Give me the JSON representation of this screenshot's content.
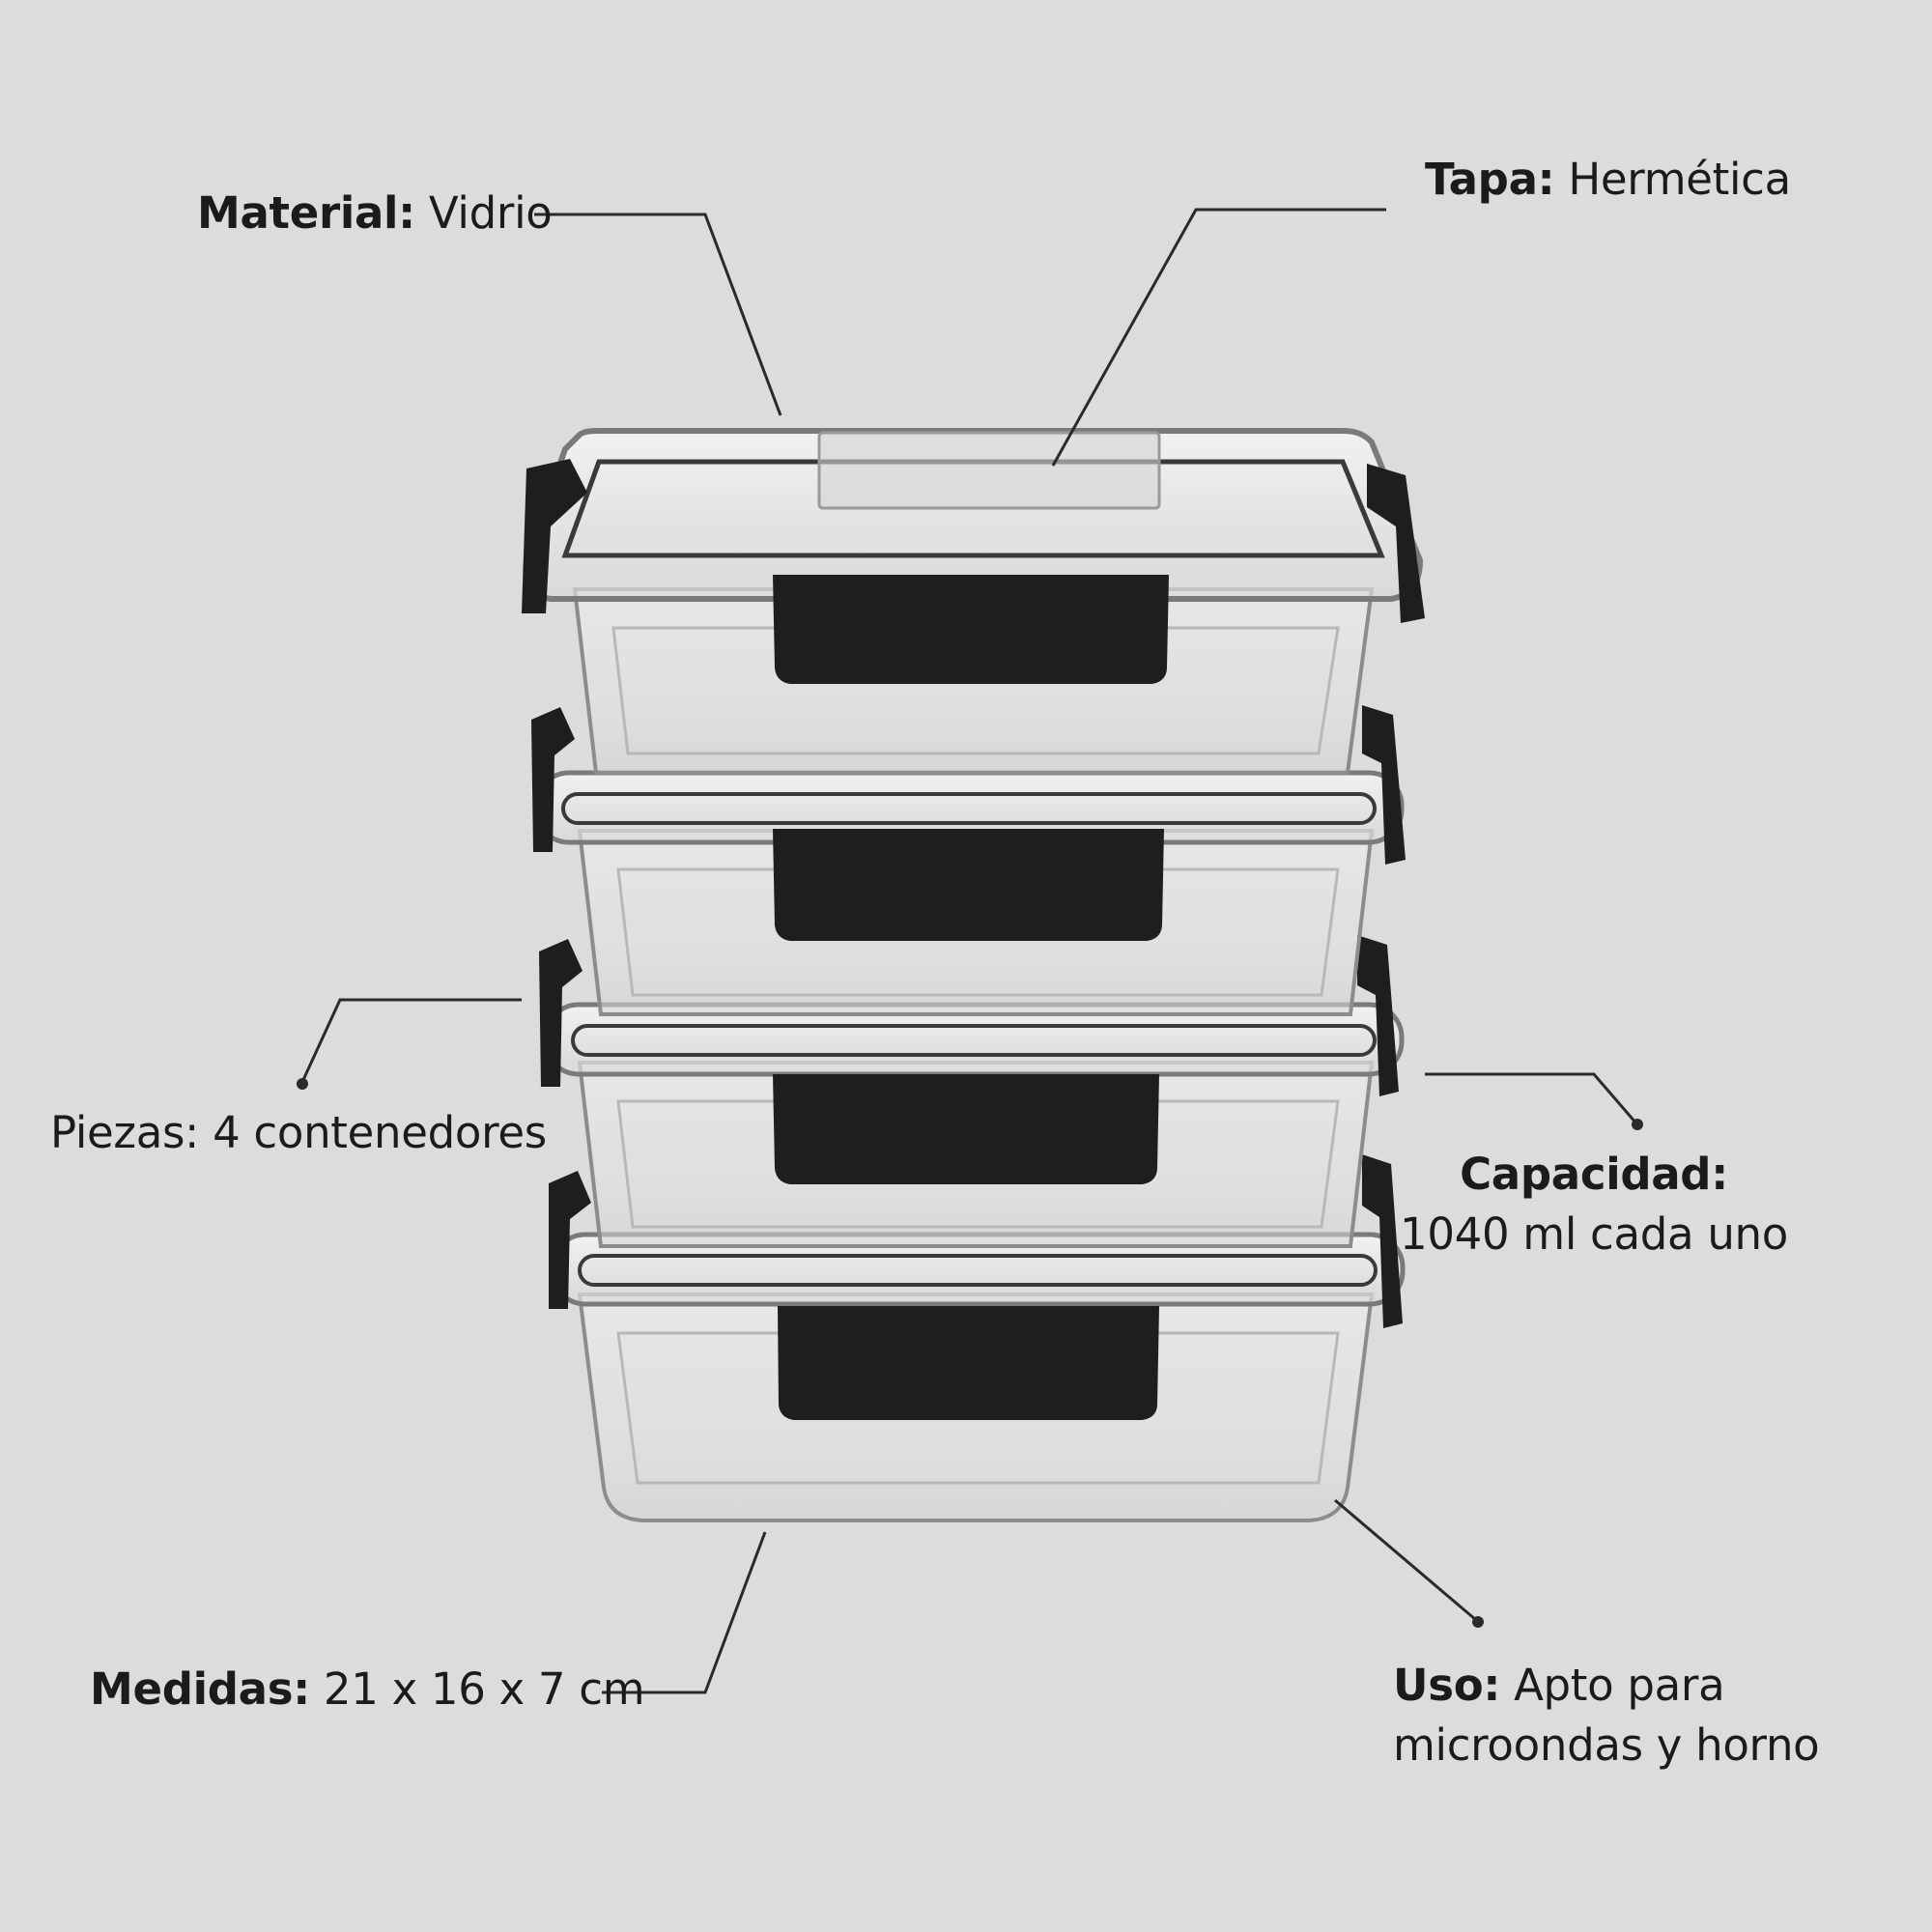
{
  "callouts": {
    "material": {
      "key": "Material:",
      "value": "Vidrio"
    },
    "tapa": {
      "key": "Tapa:",
      "value": "Hermética"
    },
    "piezas": {
      "key": "Piezas:",
      "value": "4 contenedores"
    },
    "capacidad": {
      "key": "Capacidad:",
      "value": "1040 ml cada uno"
    },
    "medidas": {
      "key": "Medidas:",
      "value": "21 x 16 x 7 cm"
    },
    "uso": {
      "key": "Uso:",
      "value_line1": "Apto para",
      "value_line2": "microondas y horno"
    }
  },
  "product": {
    "container_count": 4,
    "colors": {
      "background": "#dcdcdc",
      "latch": "#1e1e1e",
      "glass_edge": "#8a8a8a",
      "leader_line": "#2a2a2a"
    }
  }
}
